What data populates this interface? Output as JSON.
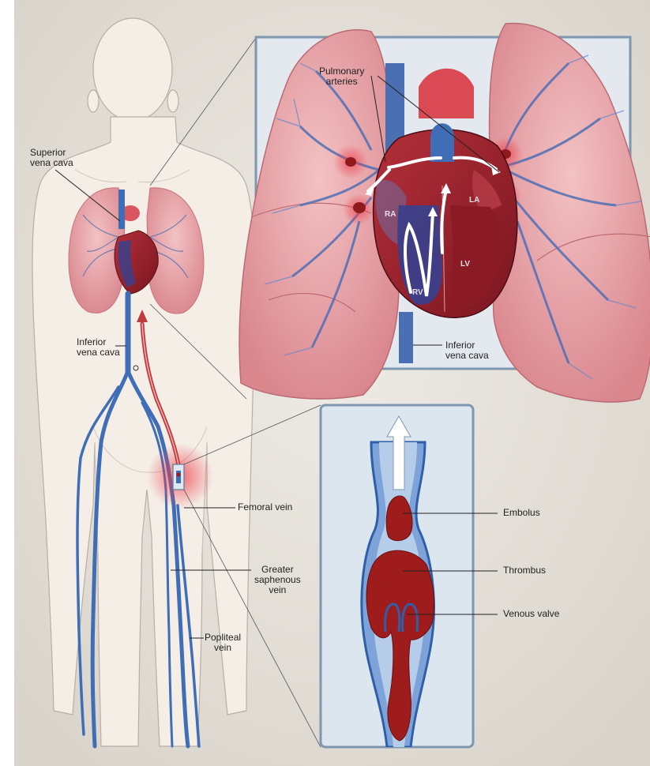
{
  "figure": {
    "labels": {
      "superior_vena_cava": [
        "Superior",
        "vena cava"
      ],
      "inferior_vena_cava_body": [
        "Inferior",
        "vena cava"
      ],
      "pulmonary_arteries": [
        "Pulmonary",
        "arteries"
      ],
      "inferior_vena_cava_heart": [
        "Inferior",
        "vena cava"
      ],
      "femoral_vein": "Femoral vein",
      "greater_saphenous_vein": [
        "Greater",
        "saphenous",
        "vein"
      ],
      "popliteal_vein": [
        "Popliteal",
        "vein"
      ],
      "embolus": "Embolus",
      "thrombus": "Thrombus",
      "venous_valve": "Venous valve"
    },
    "chambers": {
      "ra": "RA",
      "la": "LA",
      "lv": "LV",
      "rv": "RV"
    },
    "colors": {
      "background": "#e6e2db",
      "skin": "#f3ede6",
      "lung": "#e9a3a8",
      "vein": "#3f6eb6",
      "artery": "#c0393b",
      "clot": "#9e1c1c",
      "inset_frame": "#7f97ae"
    }
  }
}
